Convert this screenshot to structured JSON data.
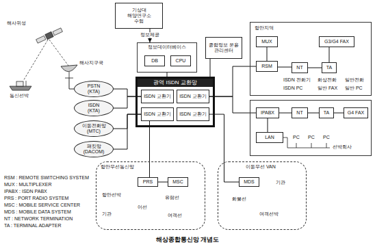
{
  "diagram": {
    "caption": "해상종합통신망 개념도",
    "nodes": [
      {
        "text": [
          "기상대",
          "해양연구소",
          "수협"
        ]
      },
      {
        "text": [
          "정보데이터베이스"
        ]
      },
      {
        "text": [
          "DB"
        ],
        "in": 1
      },
      {
        "text": [
          "CPU"
        ],
        "in": 1
      },
      {
        "text": [
          "종합정보 운용관리센터"
        ]
      },
      {
        "text": [
          "PSTN",
          "(KTA)"
        ]
      },
      {
        "text": [
          "ISDN",
          "(KTA)"
        ]
      },
      {
        "text": [
          "이동전화망",
          "(MTC)"
        ]
      },
      {
        "text": [
          "패킷망",
          "(DACOM)"
        ]
      },
      {
        "text": [
          "광역 ISDN 교환망"
        ]
      },
      {
        "text": [
          "ISDN 교환기"
        ],
        "in": 9
      },
      {
        "text": [
          "ISDN 교환기"
        ],
        "in": 9
      },
      {
        "text": [
          "ISDN 교환기"
        ],
        "in": 9
      },
      {
        "text": [
          "ISDN 교환기"
        ],
        "in": 9
      },
      {
        "text": [
          "항만지역"
        ]
      },
      {
        "text": [
          "MUX"
        ],
        "in": 14
      },
      {
        "text": [
          "RSM"
        ],
        "in": 14
      },
      {
        "text": [
          "NT"
        ],
        "in": 14
      },
      {
        "text": [
          "TA"
        ],
        "in": 14
      },
      {
        "text": [
          "G3/G4 FAX"
        ],
        "in": 14
      },
      {
        "text": [
          "선박회사"
        ]
      },
      {
        "text": [
          "IPABX"
        ],
        "in": 20
      },
      {
        "text": [
          "NT"
        ],
        "in": 20
      },
      {
        "text": [
          "TA"
        ],
        "in": 20
      },
      {
        "text": [
          "G4 FAX"
        ],
        "in": 20
      },
      {
        "text": [
          "LAN"
        ],
        "in": 20
      },
      {
        "text": [
          "항만무선통신망"
        ]
      },
      {
        "text": [
          "PRS"
        ],
        "in": 26
      },
      {
        "text": [
          "MSC"
        ],
        "in": 26
      },
      {
        "text": [
          "이동무선 VAN"
        ]
      },
      {
        "text": [
          "MDS"
        ],
        "in": 29
      }
    ],
    "edges": [
      {
        "from": 0,
        "to": 1,
        "arrow": "to",
        "label": "정보제공"
      },
      {
        "from": 1,
        "to": 9,
        "arrow": "none"
      },
      {
        "from": 4,
        "to": 9,
        "arrow": "none"
      },
      {
        "from": 5,
        "to": 10,
        "arrow": "none"
      },
      {
        "from": 6,
        "to": 10,
        "arrow": "none"
      },
      {
        "from": 7,
        "to": 12,
        "arrow": "none"
      },
      {
        "from": 8,
        "to": 12,
        "arrow": "none"
      },
      {
        "from": 11,
        "to": 16,
        "arrow": "none"
      },
      {
        "from": 11,
        "to": 21,
        "arrow": "none"
      },
      {
        "from": 12,
        "to": 27,
        "arrow": "none"
      },
      {
        "from": 13,
        "to": 30,
        "arrow": "none"
      },
      {
        "from": 15,
        "to": 16,
        "arrow": "none"
      },
      {
        "from": 16,
        "to": 17,
        "arrow": "none"
      },
      {
        "from": 17,
        "to": 18,
        "arrow": "none"
      },
      {
        "from": 18,
        "to": 19,
        "arrow": "none"
      },
      {
        "from": 21,
        "to": 22,
        "arrow": "none"
      },
      {
        "from": 22,
        "to": 23,
        "arrow": "none"
      },
      {
        "from": 23,
        "to": 24,
        "arrow": "none"
      },
      {
        "from": 21,
        "to": 25,
        "arrow": "none"
      },
      {
        "from": 27,
        "to": 28,
        "arrow": "none"
      }
    ],
    "labels": [
      "해사위성",
      "해사지구국",
      "통신선박",
      "ISDN 전화기",
      "ISDN PC",
      "화상전화",
      "일반 FAX",
      "일반전화",
      "일반 PC",
      "PC",
      "PC",
      "PC",
      "항만선박",
      "기관",
      "어선",
      "유람선",
      "여객선",
      "기관",
      "화물선",
      "여객선박",
      "RSM : REMOTE SWITCHING SYSTEM",
      "MUX : MULTIPLEXER",
      "IPABX : ISDN PABX",
      "PRS : PORT RADIO SYSTEM",
      "MSC : MOBILE SERVICE CENTER",
      "MDS : MOBILE DATA SYSTEM",
      "NT : NETWORK TERMINATION",
      "TA : TERMINAL ADAPTER"
    ]
  }
}
